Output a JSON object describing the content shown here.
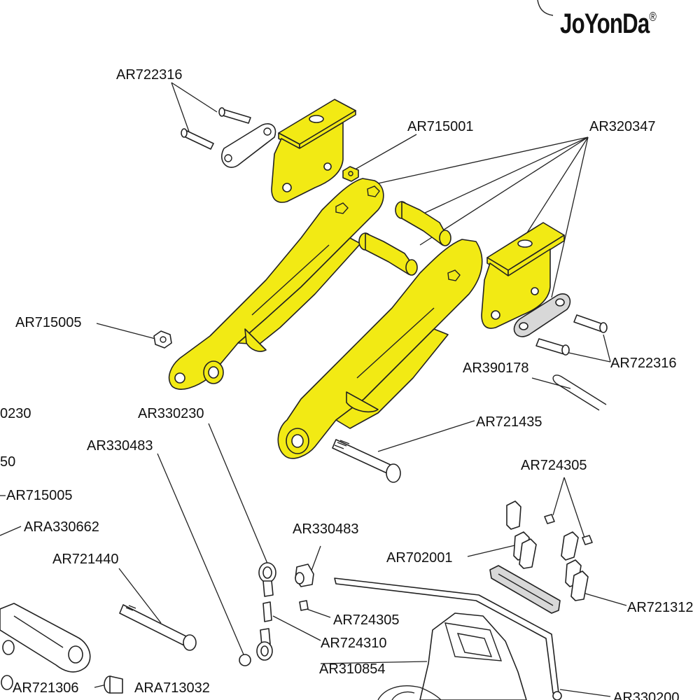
{
  "brand": {
    "name": "JoYonDa",
    "mark": "®"
  },
  "labels": {
    "ar722316_top": "AR722316",
    "ar715001": "AR715001",
    "ar320347": "AR320347",
    "ar715005": "AR715005",
    "ar722316_right": "AR722316",
    "ar390178": "AR390178",
    "ar330230_left": "0230",
    "ar330230": "AR330230",
    "ar721435": "AR721435",
    "ar330483_left": "AR330483",
    "left_50": "50",
    "ar715005_left": "AR715005",
    "ara330662": "ARA330662",
    "ar724305_top": "AR724305",
    "ar721440": "AR721440",
    "ar330483_mid": "AR330483",
    "ar702001": "AR702001",
    "ar721312": "AR721312",
    "ar724305_mid": "AR724305",
    "ar724310": "AR724310",
    "ar310854": "AR310854",
    "ar721306": "AR721306",
    "ara713032": "ARA713032",
    "ar330200": "AR330200"
  },
  "colors": {
    "part_highlight": "#f2ea14",
    "outline": "#222222",
    "background": "#ffffff"
  }
}
